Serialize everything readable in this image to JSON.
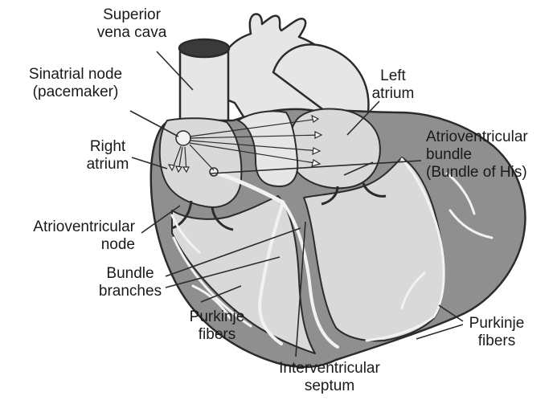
{
  "labels": {
    "superior_vena_cava": [
      "Superior",
      "vena cava"
    ],
    "sinatrial_node": [
      "Sinatrial node",
      "(pacemaker)"
    ],
    "right_atrium": [
      "Right",
      "atrium"
    ],
    "left_atrium": [
      "Left",
      "atrium"
    ],
    "av_bundle": [
      "Atrioventricular",
      "bundle",
      "(Bundle of His)"
    ],
    "av_node": [
      "Atrioventricular",
      "node"
    ],
    "bundle_branches": [
      "Bundle",
      "branches"
    ],
    "purkinje_left": [
      "Purkinje",
      "fibers"
    ],
    "purkinje_right": [
      "Purkinje",
      "fibers"
    ],
    "interventricular_septum": [
      "Interventricular",
      "septum"
    ]
  },
  "colors": {
    "outline": "#2b2b2b",
    "wall": "#8f8f8f",
    "chamber": "#d9d9d9",
    "vessel": "#e6e6e6",
    "conduction": "#f2f2f2"
  }
}
